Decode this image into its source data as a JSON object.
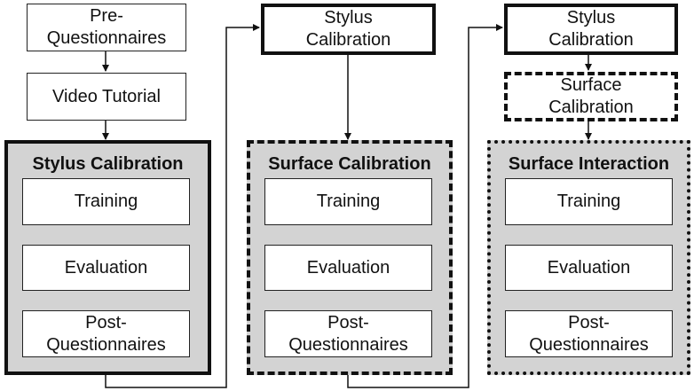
{
  "column1": {
    "pre": "Pre-\nQuestionnaires",
    "video": "Video Tutorial",
    "panel_title": "Stylus Calibration",
    "training": "Training",
    "evaluation": "Evaluation",
    "post": "Post-\nQuestionnaires"
  },
  "column2": {
    "stylus": "Stylus\nCalibration",
    "panel_title": "Surface Calibration",
    "training": "Training",
    "evaluation": "Evaluation",
    "post": "Post-\nQuestionnaires"
  },
  "column3": {
    "stylus": "Stylus\nCalibration",
    "surface": "Surface\nCalibration",
    "panel_title": "Surface Interaction",
    "training": "Training",
    "evaluation": "Evaluation",
    "post": "Post-\nQuestionnaires"
  }
}
